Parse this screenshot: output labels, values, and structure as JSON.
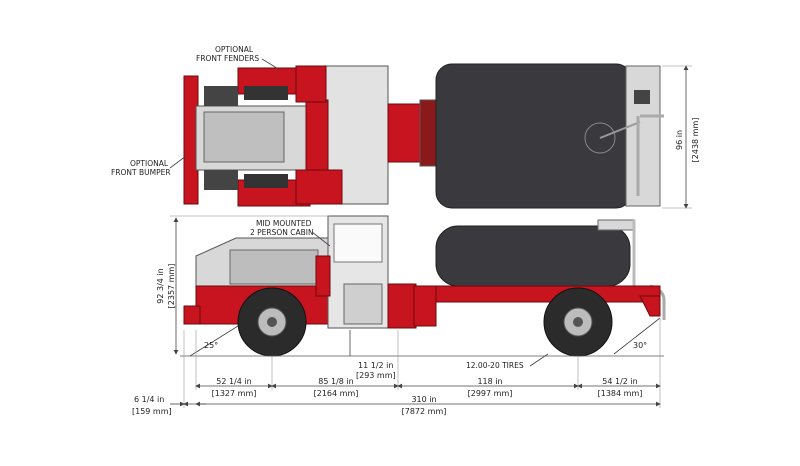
{
  "annotations": {
    "front_fenders": [
      "OPTIONAL",
      "FRONT FENDERS"
    ],
    "front_bumper": [
      "OPTIONAL",
      "FRONT BUMPER"
    ],
    "cabin": [
      "MID MOUNTED",
      "2 PERSON CABIN"
    ],
    "tires": "12.00-20 TIRES"
  },
  "dimensions": {
    "width": {
      "imperial": "96 in",
      "metric": "[2438 mm]"
    },
    "height": {
      "imperial": "92 3/4 in",
      "metric": "[2357 mm]"
    },
    "clearance": {
      "imperial": "11 1/2 in",
      "metric": "[293 mm]"
    },
    "front_overhang": {
      "imperial": "52 1/4 in",
      "metric": "[1327 mm]"
    },
    "front_to_cab": {
      "imperial": "85 1/8 in",
      "metric": "[2164 mm]"
    },
    "tank_span": {
      "imperial": "118 in",
      "metric": "[2997 mm]"
    },
    "rear_overhang": {
      "imperial": "54 1/2 in",
      "metric": "[1384 mm]"
    },
    "bumper": {
      "imperial": "6 1/4 in",
      "metric": "[159 mm]"
    },
    "overall_length": {
      "imperial": "310 in",
      "metric": "[7872 mm]"
    }
  },
  "angles": {
    "approach": "25°",
    "departure": "30°"
  },
  "colors": {
    "body_red": "#c8141e",
    "tank": "#3a3a3e",
    "panel_grey": "#d8d8d8",
    "line": "#555555"
  }
}
